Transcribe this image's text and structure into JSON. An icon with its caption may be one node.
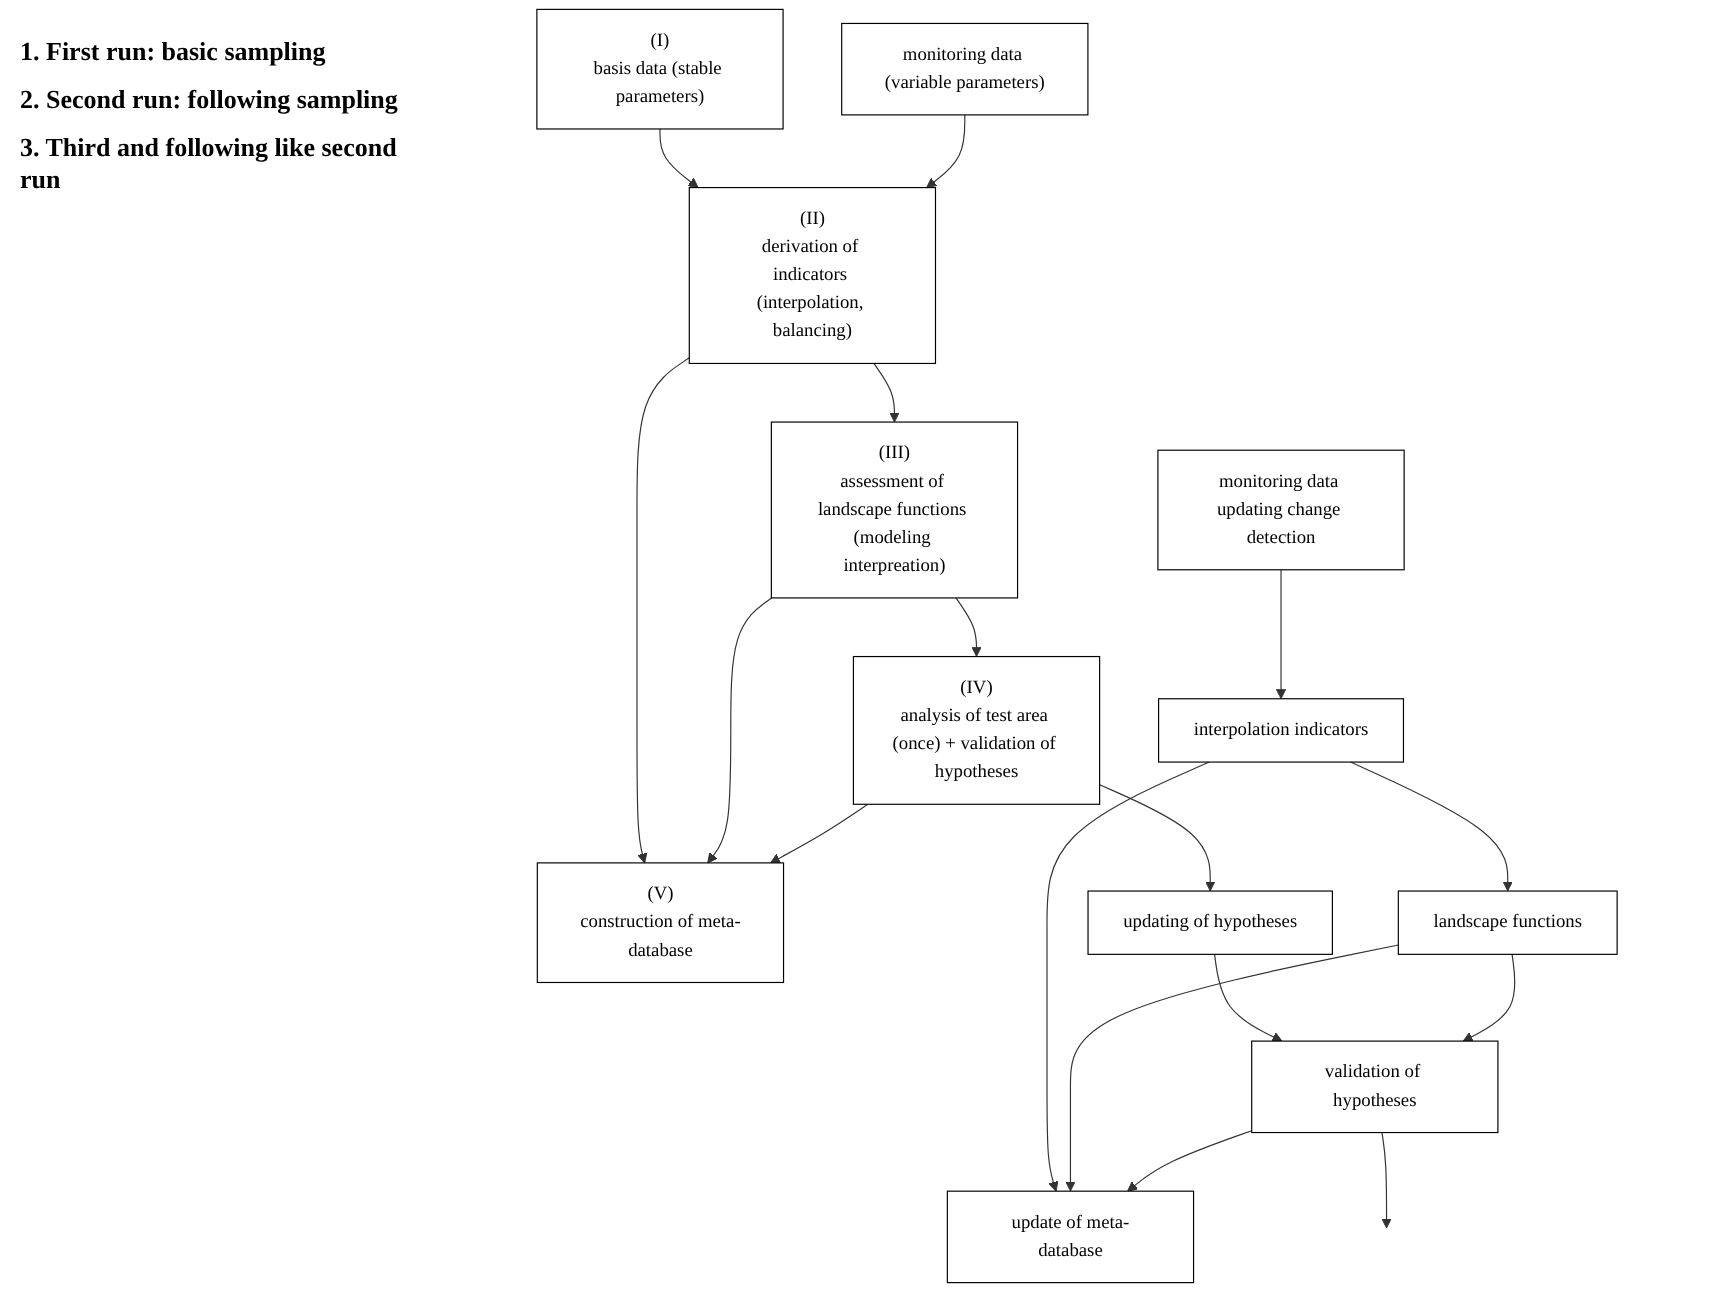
{
  "diagram": {
    "nodes": [
      {
        "text": [
          "(I)",
          "basis data (stable parameters)"
        ]
      },
      {
        "text": [
          "monitoring data (variable parameters)"
        ]
      },
      {
        "text": [
          "(II)",
          "derivation of indicators (interpolation, balancing)"
        ]
      },
      {
        "text": [
          "(III)",
          "assessment of landscape functions (modeling interpreation)"
        ]
      },
      {
        "text": [
          "(IV)",
          "analysis of test area (once) + validation of hypotheses"
        ]
      },
      {
        "text": [
          "(V)",
          "construction of meta-database"
        ]
      },
      {
        "text": [
          "updating of hypotheses"
        ]
      },
      {
        "text": [
          "monitoring data updating change detection"
        ]
      },
      {
        "text": [
          "interpolation indicators"
        ]
      },
      {
        "text": [
          "landscape functions"
        ]
      },
      {
        "text": [
          "validation of hypotheses"
        ]
      },
      {
        "text": [
          "update of meta-database"
        ]
      }
    ],
    "edges": [
      {
        "from": 0,
        "to": 2,
        "arrow": "to"
      },
      {
        "from": 1,
        "to": 2,
        "arrow": "to"
      },
      {
        "from": 2,
        "to": 3,
        "arrow": "to"
      },
      {
        "from": 3,
        "to": 4,
        "arrow": "to"
      },
      {
        "from": 2,
        "to": 5,
        "arrow": "to"
      },
      {
        "from": 3,
        "to": 5,
        "arrow": "to"
      },
      {
        "from": 4,
        "to": 5,
        "arrow": "to"
      },
      {
        "from": 4,
        "to": 6,
        "arrow": "to"
      },
      {
        "from": 6,
        "to": 10,
        "arrow": "to"
      },
      {
        "from": 7,
        "to": 8,
        "arrow": "to"
      },
      {
        "from": 8,
        "to": 9,
        "arrow": "to"
      },
      {
        "from": 9,
        "to": 10,
        "arrow": "to"
      },
      {
        "from": 8,
        "to": 11,
        "arrow": "to"
      },
      {
        "from": 9,
        "to": 11,
        "arrow": "to"
      },
      {
        "from": 10,
        "to": 11,
        "arrow": "to"
      },
      {
        "from": 10,
        "to": null,
        "arrow": "to"
      }
    ],
    "labels": [
      "1. First run: basic sampling",
      "2. Second run: following sampling",
      "3. Third and following like second run"
    ]
  }
}
